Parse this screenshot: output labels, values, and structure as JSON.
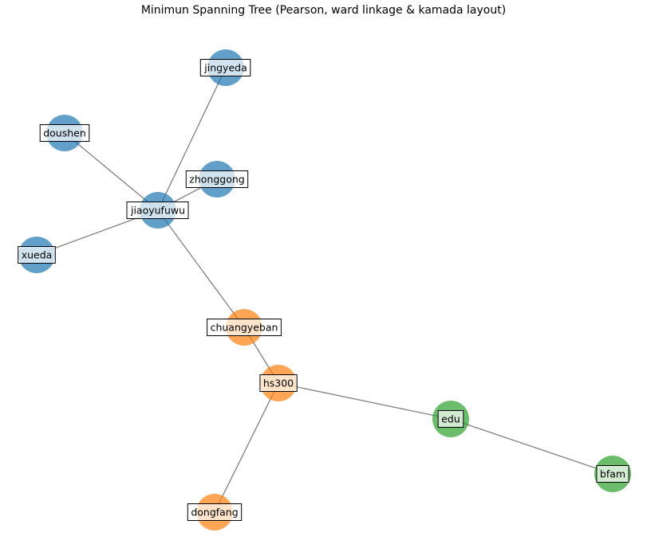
{
  "title": "Minimun Spanning Tree (Pearson, ward linkage & kamada layout)",
  "colors": {
    "cluster_blue": "#1f77b4",
    "cluster_orange": "#ff7f0e",
    "cluster_green": "#2ca02c",
    "edge": "#808080",
    "label_border": "#000000"
  },
  "nodes": [
    {
      "id": "jingyeda",
      "label": "jingyeda",
      "cluster": "cluster_blue"
    },
    {
      "id": "doushen",
      "label": "doushen",
      "cluster": "cluster_blue"
    },
    {
      "id": "zhonggong",
      "label": "zhonggong",
      "cluster": "cluster_blue"
    },
    {
      "id": "jiaoyufuwu",
      "label": "jiaoyufuwu",
      "cluster": "cluster_blue"
    },
    {
      "id": "xueda",
      "label": "xueda",
      "cluster": "cluster_blue"
    },
    {
      "id": "chuangyeban",
      "label": "chuangyeban",
      "cluster": "cluster_orange"
    },
    {
      "id": "hs300",
      "label": "hs300",
      "cluster": "cluster_orange"
    },
    {
      "id": "dongfang",
      "label": "dongfang",
      "cluster": "cluster_orange"
    },
    {
      "id": "edu",
      "label": "edu",
      "cluster": "cluster_green"
    },
    {
      "id": "bfam",
      "label": "bfam",
      "cluster": "cluster_green"
    }
  ],
  "edges": [
    {
      "source": "jiaoyufuwu",
      "target": "jingyeda"
    },
    {
      "source": "jiaoyufuwu",
      "target": "doushen"
    },
    {
      "source": "jiaoyufuwu",
      "target": "zhonggong"
    },
    {
      "source": "jiaoyufuwu",
      "target": "xueda"
    },
    {
      "source": "jiaoyufuwu",
      "target": "chuangyeban"
    },
    {
      "source": "chuangyeban",
      "target": "hs300"
    },
    {
      "source": "hs300",
      "target": "dongfang"
    },
    {
      "source": "hs300",
      "target": "edu"
    },
    {
      "source": "edu",
      "target": "bfam"
    }
  ]
}
